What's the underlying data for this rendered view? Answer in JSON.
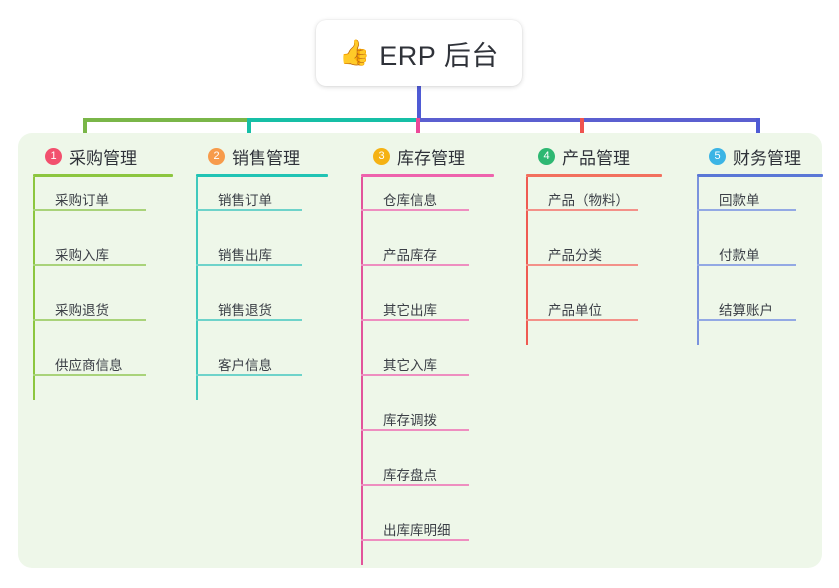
{
  "root": {
    "icon": "thumbs-up-icon",
    "icon_glyph": "👍",
    "label": "ERP 后台"
  },
  "panel": {
    "background": "#eef7e9"
  },
  "connector_colors": {
    "stem": "#4f5bd5",
    "bus_left": "#7ab648",
    "bus_mid": "#16bfa6",
    "bus_right": "#5b5fd0",
    "drop_1": "#7ab648",
    "drop_2": "#16bfa6",
    "drop_3": "#ec4899",
    "drop_4": "#ef5350",
    "drop_5": "#4f5bd5"
  },
  "columns": [
    {
      "number": "1",
      "title": "采购管理",
      "badge_color": "#f2506e",
      "rule_color": "#8cc63f",
      "spine_color": "#8cc63f",
      "item_rule_color": "#a9d37a",
      "items": [
        {
          "label": "采购订单"
        },
        {
          "label": "采购入库"
        },
        {
          "label": "采购退货"
        },
        {
          "label": "供应商信息"
        }
      ]
    },
    {
      "number": "2",
      "title": "销售管理",
      "badge_color": "#f79b4b",
      "rule_color": "#21c4b4",
      "spine_color": "#3fc9bd",
      "item_rule_color": "#6ed3ca",
      "items": [
        {
          "label": "销售订单"
        },
        {
          "label": "销售出库"
        },
        {
          "label": "销售退货"
        },
        {
          "label": "客户信息"
        }
      ]
    },
    {
      "number": "3",
      "title": "库存管理",
      "badge_color": "#f5b214",
      "rule_color": "#ee63ad",
      "spine_color": "#e2549b",
      "item_rule_color": "#ee8ec0",
      "items": [
        {
          "label": "仓库信息"
        },
        {
          "label": "产品库存"
        },
        {
          "label": "其它出库"
        },
        {
          "label": "其它入库"
        },
        {
          "label": "库存调拨"
        },
        {
          "label": "库存盘点"
        },
        {
          "label": "出库库明细"
        }
      ]
    },
    {
      "number": "4",
      "title": "产品管理",
      "badge_color": "#2eb872",
      "rule_color": "#f2705e",
      "spine_color": "#ef5b52",
      "item_rule_color": "#f39189",
      "items": [
        {
          "label": "产品（物料）"
        },
        {
          "label": "产品分类"
        },
        {
          "label": "产品单位"
        }
      ]
    },
    {
      "number": "5",
      "title": "财务管理",
      "badge_color": "#3bb4e5",
      "rule_color": "#5a77d6",
      "spine_color": "#7b93dd",
      "item_rule_color": "#93a9e4",
      "items": [
        {
          "label": "回款单"
        },
        {
          "label": "付款单"
        },
        {
          "label": "结算账户"
        }
      ]
    }
  ]
}
